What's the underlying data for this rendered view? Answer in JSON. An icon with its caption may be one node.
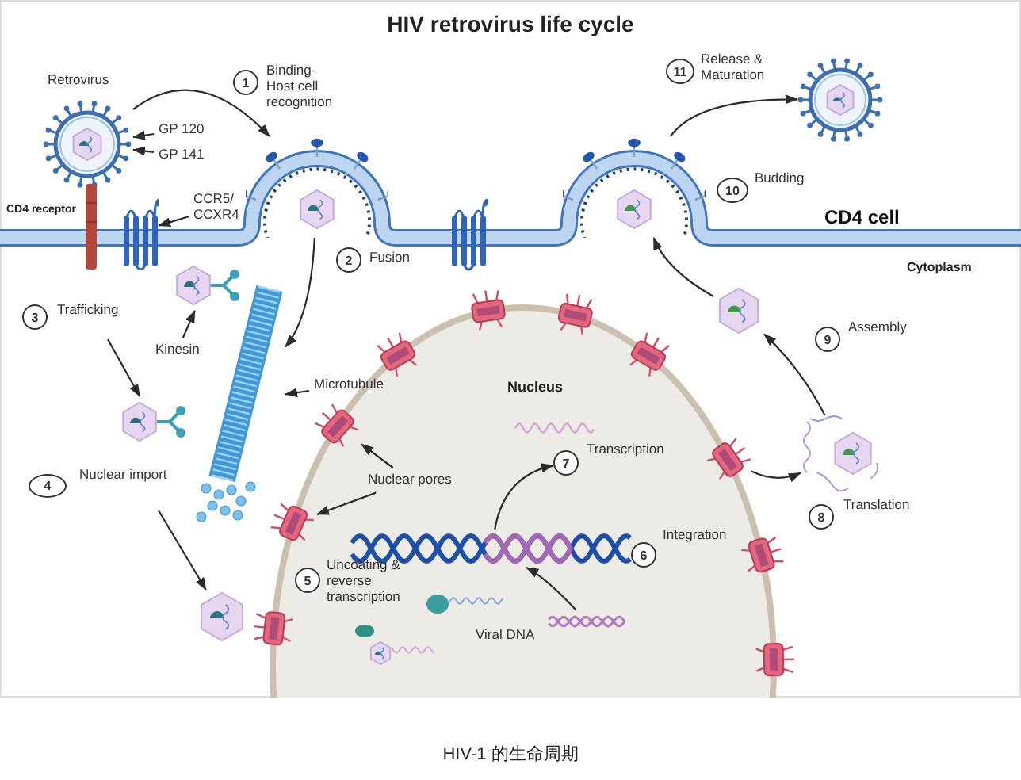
{
  "diagram": {
    "title": "HIV retrovirus life cycle",
    "caption": "HIV-1 的生命周期",
    "nodes": [
      {
        "text": [],
        "shape": "picture",
        "beside": [
          "Retrovirus"
        ]
      },
      {
        "text": [
          "GP 120"
        ]
      },
      {
        "text": [
          "GP 141"
        ]
      },
      {
        "text": [
          "CCR5/ CCXR4"
        ]
      },
      {
        "text": [],
        "shape": "picture"
      },
      {
        "text": [
          "1"
        ],
        "beside": [
          "Binding- Host cell recognition"
        ]
      },
      {
        "text": [],
        "shape": "picture"
      },
      {
        "text": [
          "2"
        ],
        "beside": [
          "Fusion"
        ]
      },
      {
        "text": [
          "3"
        ],
        "beside": [
          "Trafficking"
        ]
      },
      {
        "text": [],
        "shape": "picture"
      },
      {
        "text": [
          "Kinesin"
        ]
      },
      {
        "text": [],
        "shape": "picture"
      },
      {
        "text": [
          "Microtubule"
        ]
      },
      {
        "text": [],
        "shape": "picture"
      },
      {
        "text": [
          "4"
        ],
        "beside": [
          "Nuclear import"
        ]
      },
      {
        "text": [],
        "shape": "picture"
      },
      {
        "text": [
          "Nucleus"
        ]
      },
      {
        "text": [
          "Nuclear pores"
        ],
        "in": 16
      },
      {
        "text": [],
        "shape": "picture",
        "in": 16
      },
      {
        "text": [],
        "shape": "picture",
        "in": 16
      },
      {
        "text": [
          "5"
        ],
        "beside": [
          "Uncoating & reverse transcription"
        ],
        "in": 16
      },
      {
        "text": [],
        "shape": "picture",
        "in": 16
      },
      {
        "text": [],
        "shape": "picture",
        "beside": [
          "Viral DNA"
        ],
        "in": 16
      },
      {
        "text": [
          "6"
        ],
        "beside": [
          "Integration"
        ],
        "in": 16
      },
      {
        "text": [
          "7"
        ],
        "beside": [
          "Transcription"
        ],
        "in": 16
      },
      {
        "text": [],
        "shape": "picture",
        "in": 16
      },
      {
        "text": [],
        "shape": "picture"
      },
      {
        "text": [
          "8"
        ],
        "beside": [
          "Translation"
        ]
      },
      {
        "text": [],
        "shape": "picture"
      },
      {
        "text": [
          "9"
        ],
        "beside": [
          "Assembly"
        ]
      },
      {
        "text": [],
        "shape": "picture"
      },
      {
        "text": [
          "10"
        ],
        "beside": [
          "Budding"
        ]
      },
      {
        "text": [],
        "shape": "picture"
      },
      {
        "text": [
          "11"
        ],
        "beside": [
          "Release & Maturation"
        ]
      }
    ],
    "edges": [
      {
        "from": 1,
        "to": 0,
        "arrow": "to"
      },
      {
        "from": 2,
        "to": 0,
        "arrow": "to"
      },
      {
        "from": 3,
        "to": 4,
        "arrow": "to"
      },
      {
        "from": 0,
        "to": 6,
        "arrow": "to"
      },
      {
        "from": 6,
        "to": 11,
        "arrow": "to"
      },
      {
        "from": null,
        "to": 13,
        "arrow": "to"
      },
      {
        "from": 10,
        "to": 9,
        "arrow": "to"
      },
      {
        "from": 12,
        "to": 11,
        "arrow": "to"
      },
      {
        "from": null,
        "to": 15,
        "arrow": "to"
      },
      {
        "from": 17,
        "to": 18,
        "arrow": "to"
      },
      {
        "from": 17,
        "to": 19,
        "arrow": "to"
      },
      {
        "from": 22,
        "to": 21,
        "arrow": "to"
      },
      {
        "from": 21,
        "to": 24,
        "arrow": "to"
      },
      {
        "from": 25,
        "to": 26,
        "arrow": "to"
      },
      {
        "from": 26,
        "to": 28,
        "arrow": "to"
      },
      {
        "from": 28,
        "to": 30,
        "arrow": "to"
      },
      {
        "from": 30,
        "to": 32,
        "arrow": "to"
      }
    ],
    "labels": [
      "CD4 receptor",
      "CD4 cell",
      "Cytoplasm"
    ]
  }
}
